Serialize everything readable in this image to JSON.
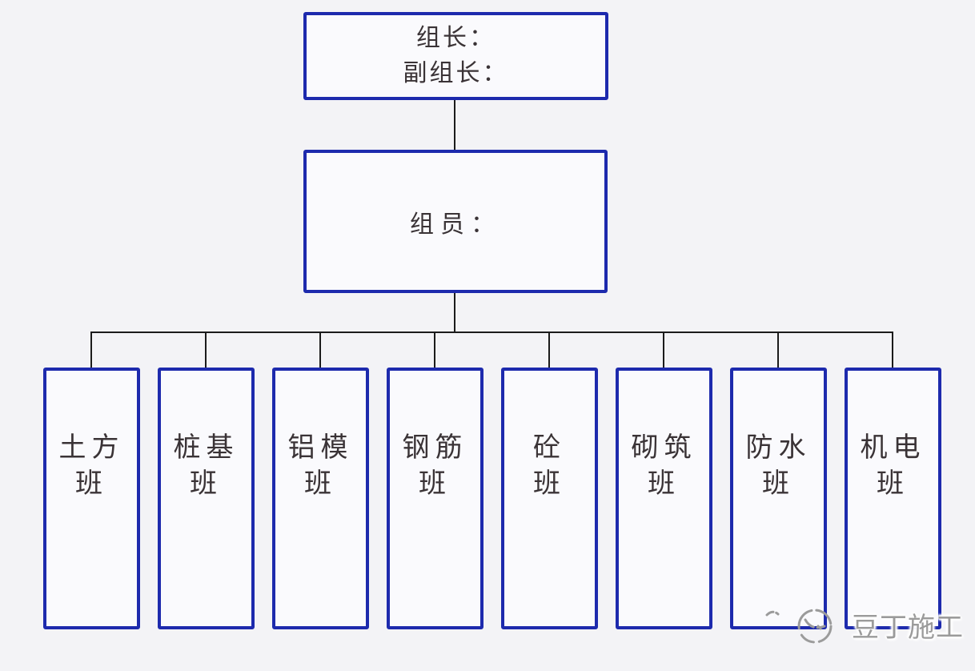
{
  "colors": {
    "page_bg": "#f3f3f6",
    "box_fill": "#fafafd",
    "box_border": "#1d2aad",
    "connector": "#1b1b1b",
    "text": "#3a3336",
    "watermark": "#9b9b9b"
  },
  "org_chart": {
    "leader_box": {
      "line1": "组长：",
      "line2": "副组长："
    },
    "members_box": {
      "label": "组员："
    },
    "teams": [
      {
        "name": "土方班",
        "line1": "土方",
        "line2": "班"
      },
      {
        "name": "桩基班",
        "line1": "桩基",
        "line2": "班"
      },
      {
        "name": "铝模班",
        "line1": "铝模",
        "line2": "班"
      },
      {
        "name": "钢筋班",
        "line1": "钢筋",
        "line2": "班"
      },
      {
        "name": "砼班",
        "line1": "砼",
        "line2": "班"
      },
      {
        "name": "砌筑班",
        "line1": "砌筑",
        "line2": "班"
      },
      {
        "name": "防水班",
        "line1": "防水",
        "line2": "班"
      },
      {
        "name": "机电班",
        "line1": "机电",
        "line2": "班"
      }
    ]
  },
  "watermark": {
    "text": "豆丁施工",
    "logo_icon": "docin-circle-logo"
  }
}
